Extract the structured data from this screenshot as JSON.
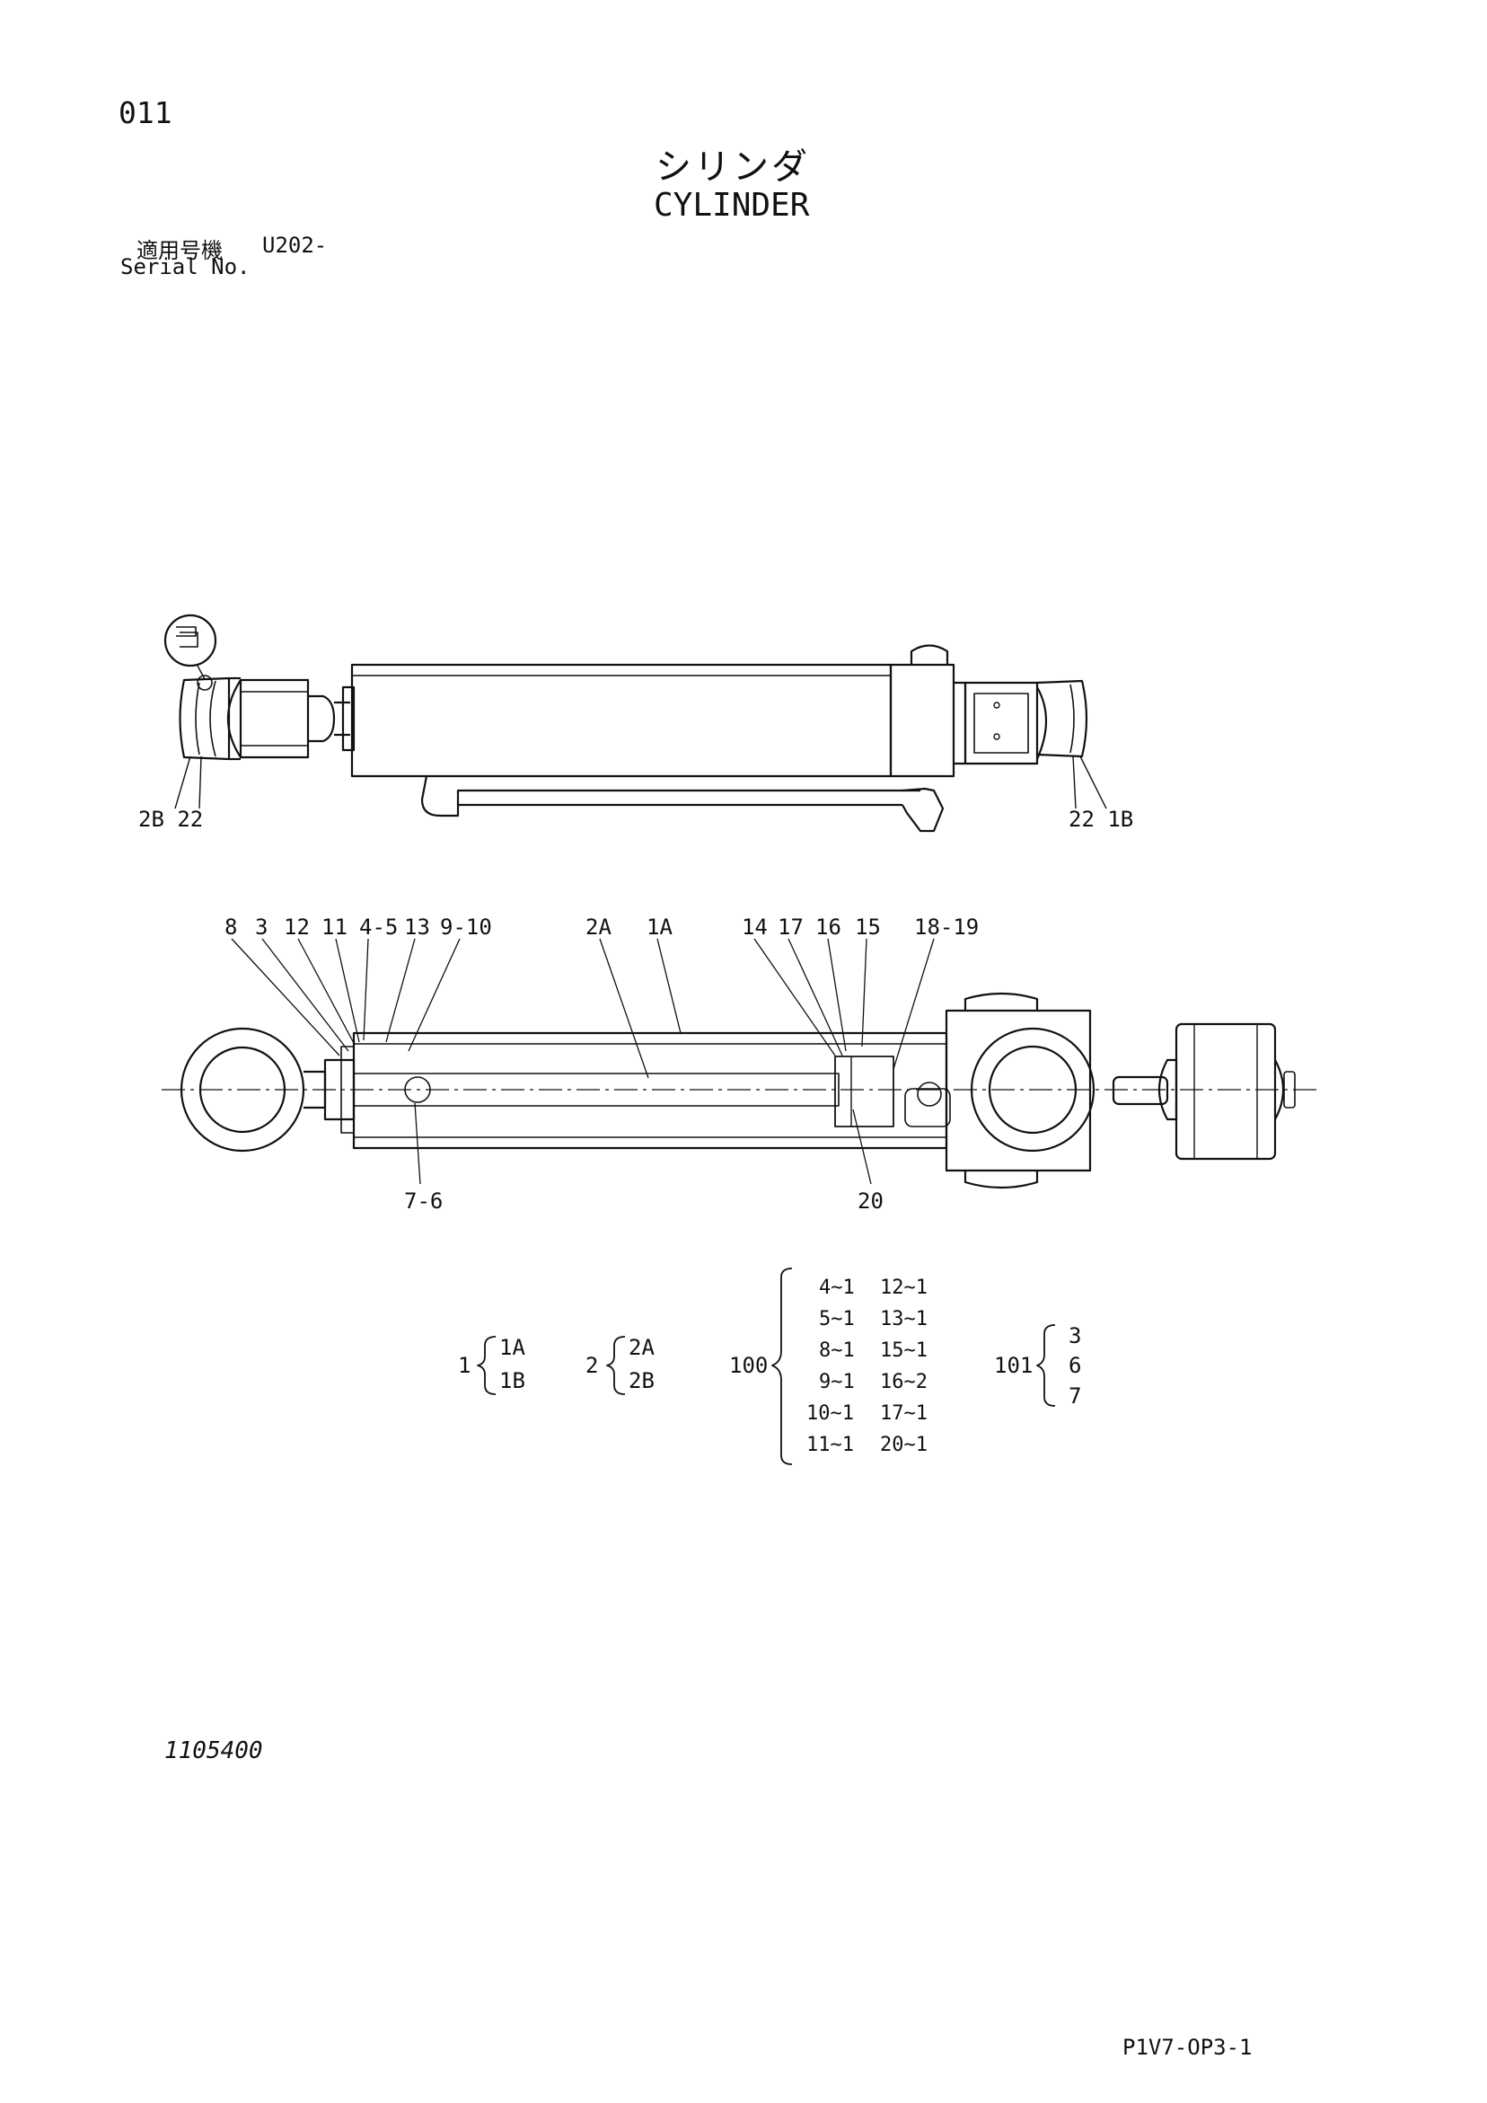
{
  "page_code": "011",
  "title_jp": "シリンダ",
  "title_en": "CYLINDER",
  "serial": {
    "label_jp": "適用号機",
    "value": "U202-",
    "label_en": "Serial No."
  },
  "top_view_labels": {
    "left": "2B 22",
    "right": "22 1B"
  },
  "section_labels": {
    "upper_left": [
      "8",
      "3",
      "12",
      "11",
      "4-5",
      "13",
      "9-10"
    ],
    "upper_mid": [
      "2A",
      "1A"
    ],
    "upper_right": [
      "14",
      "17",
      "16",
      "15",
      "18-19"
    ],
    "lower_left": "7-6",
    "lower_right": "20"
  },
  "assemblies": [
    {
      "id": "1",
      "parts": [
        "1A",
        "1B"
      ]
    },
    {
      "id": "2",
      "parts": [
        "2A",
        "2B"
      ]
    },
    {
      "id": "100",
      "parts": [
        "4~1",
        "12~1",
        "5~1",
        "13~1",
        "8~1",
        "15~1",
        "9~1",
        "16~2",
        "10~1",
        "17~1",
        "11~1",
        "20~1"
      ]
    },
    {
      "id": "101",
      "parts": [
        "3",
        "6",
        "7"
      ]
    }
  ],
  "drawing_no": "1105400",
  "sheet_code": "P1V7-OP3-1"
}
